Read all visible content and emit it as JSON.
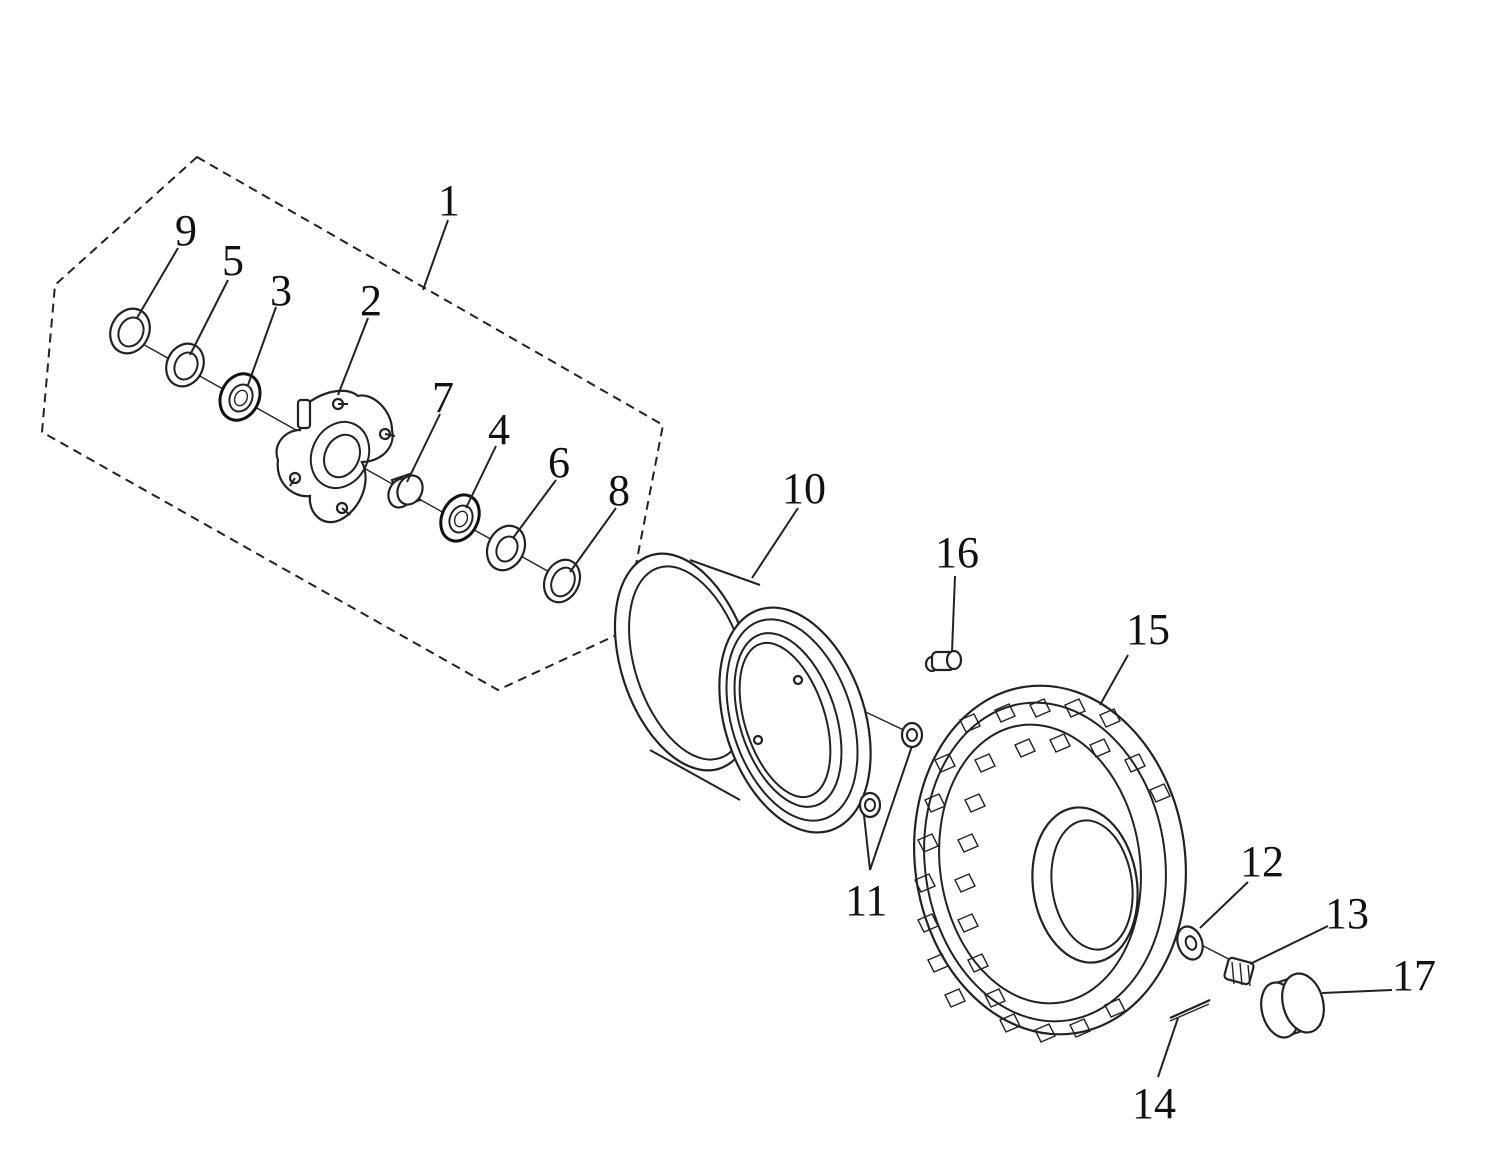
{
  "diagram": {
    "labels": {
      "p1": "1",
      "p2": "2",
      "p3": "3",
      "p4": "4",
      "p5": "5",
      "p6": "6",
      "p7": "7",
      "p8": "8",
      "p9": "9",
      "p10": "10",
      "p11": "11",
      "p12": "12",
      "p13": "13",
      "p14": "14",
      "p15": "15",
      "p16": "16",
      "p17": "17"
    }
  }
}
